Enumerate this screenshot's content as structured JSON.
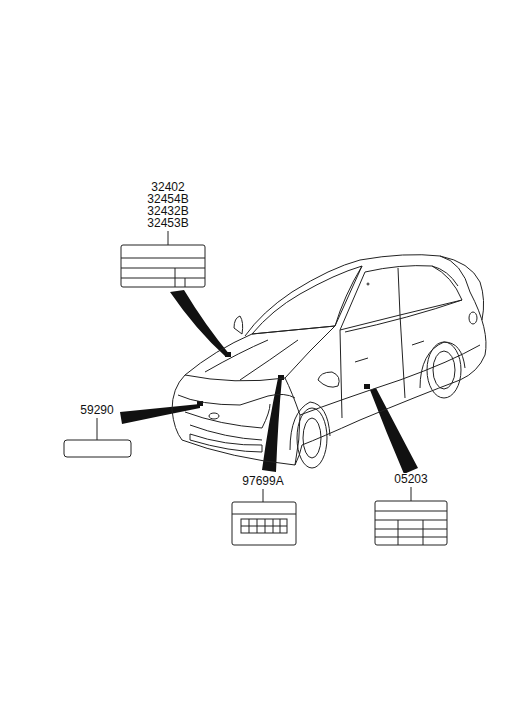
{
  "diagram": {
    "labels": [
      "32402",
      "32454B",
      "32432B",
      "32453B",
      "59290",
      "97699A",
      "05203"
    ]
  }
}
